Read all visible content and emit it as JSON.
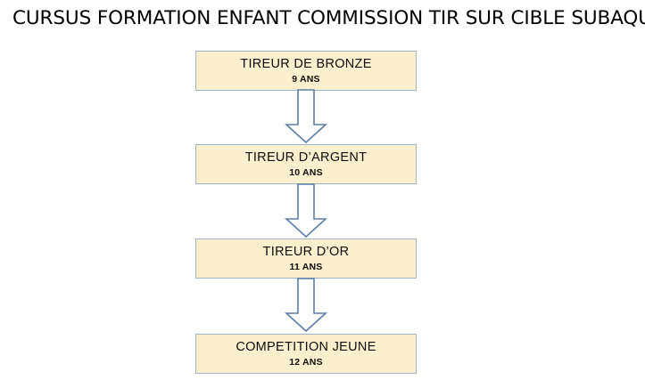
{
  "diagram": {
    "title": "CURSUS FORMATION ENFANT  COMMISSION TIR SUR CIBLE SUBAQUATIQUE",
    "background_color": "#ffffff",
    "type": "flowchart",
    "orientation": "vertical-top-to-bottom",
    "box_fill_color": "#fcefcd",
    "box_border_color": "#9db4cc",
    "arrow_fill_color": "#ffffff",
    "arrow_border_color": "#5b7fa8",
    "text_color": "#0d0d0d",
    "steps": [
      {
        "id": "tireur-de-bronze",
        "title": "TIREUR DE BRONZE",
        "subtitle": "9 ANS",
        "age": 9
      },
      {
        "id": "tireur-d-argent",
        "title": "TIREUR D’ARGENT",
        "subtitle": "10 ANS",
        "age": 10
      },
      {
        "id": "tireur-d-or",
        "title": "TIREUR D’OR",
        "subtitle": "11 ANS",
        "age": 11
      },
      {
        "id": "competition-jeune",
        "title": "COMPETITION JEUNE",
        "subtitle": "12 ANS",
        "age": 12
      }
    ],
    "connectors": [
      {
        "id": "arrow-bronze-argent",
        "from": "tireur-de-bronze",
        "to": "tireur-d-argent",
        "shape": "down-block-arrow"
      },
      {
        "id": "arrow-argent-or",
        "from": "tireur-d-argent",
        "to": "tireur-d-or",
        "shape": "down-block-arrow"
      },
      {
        "id": "arrow-or-competition",
        "from": "tireur-d-or",
        "to": "competition-jeune",
        "shape": "down-block-arrow"
      }
    ]
  }
}
